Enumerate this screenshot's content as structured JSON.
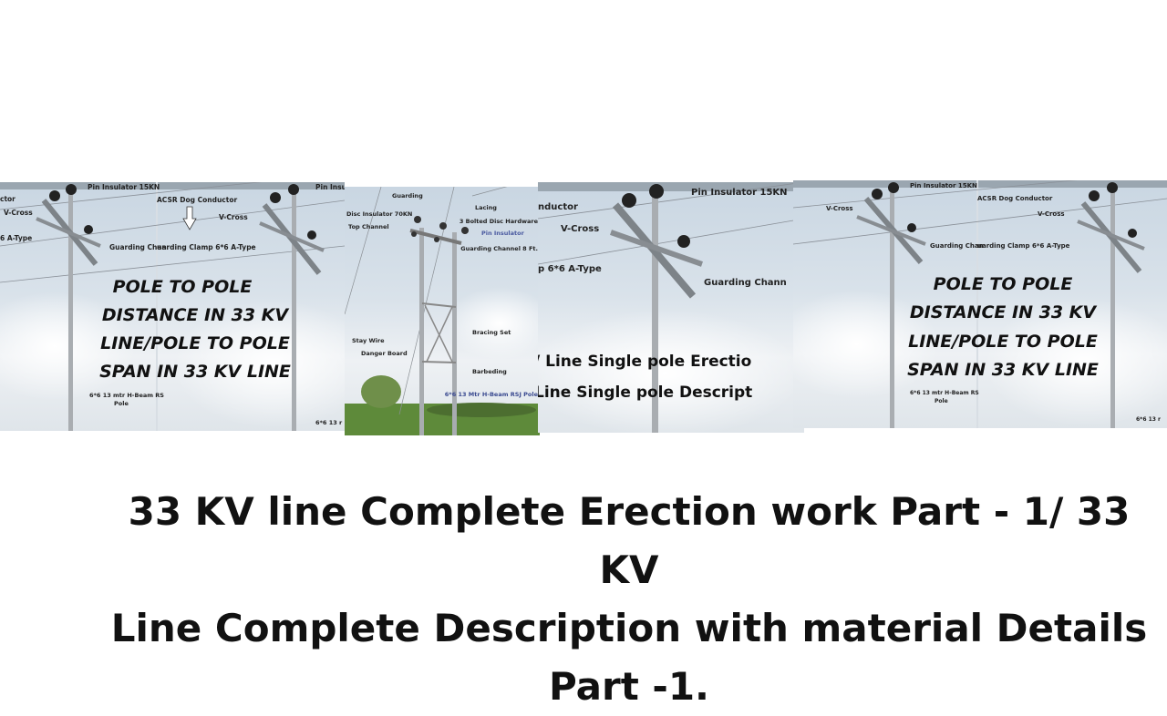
{
  "panel_1": {
    "labels": {
      "pin_insulator": "Pin Insulator 15KN",
      "conductor": "ACSR Dog Conductor",
      "conductor_left": "ctor",
      "v_cross": "V-Cross",
      "a_type": "6 A-Type",
      "guarding_channel": "Guarding Chan",
      "guarding_clamp": "uarding Clamp 6*6 A-Type",
      "pole": "6*6 13 mtr H-Beam RS",
      "pole_2": "Pole",
      "pole_right": "6*6 13 r"
    },
    "overlay_lines": [
      "POLE TO POLE",
      "DISTANCE  IN 33 KV",
      "LINE/POLE TO POLE",
      "SPAN IN 33 KV LINE"
    ]
  },
  "panel_2": {
    "labels": {
      "guarding": "Guarding",
      "lacing": "Lacing",
      "disc_insulator": "Disc Insulator 70KN",
      "bolted_disc": "3 Bolted Disc Hardware",
      "top_channel": "Top Channel",
      "pin_insulator": "Pin Insulator",
      "guarding_channel": "Guarding Channel 8 Ft.",
      "bracing_set": "Bracing Set",
      "stay_wire": "Stay Wire",
      "danger_board": "Danger Board",
      "barbeding": "Barbeding",
      "pole": "6*6 13 Mtr H-Beam RSJ Pole"
    }
  },
  "panel_3": {
    "labels": {
      "conductor": "nductor",
      "pin_insulator": "Pin Insulator 15KN",
      "v_cross": "V-Cross",
      "a_type": "p 6*6 A-Type",
      "guarding_channel": "Guarding Chann"
    },
    "overlay_lines": [
      "/ Line Single pole Erectio",
      "Line Single pole Descript"
    ]
  },
  "title_lines": [
    "33 KV line Complete Erection work Part - 1/ 33 KV",
    "Line Complete Description with material Details",
    "Part -1."
  ]
}
